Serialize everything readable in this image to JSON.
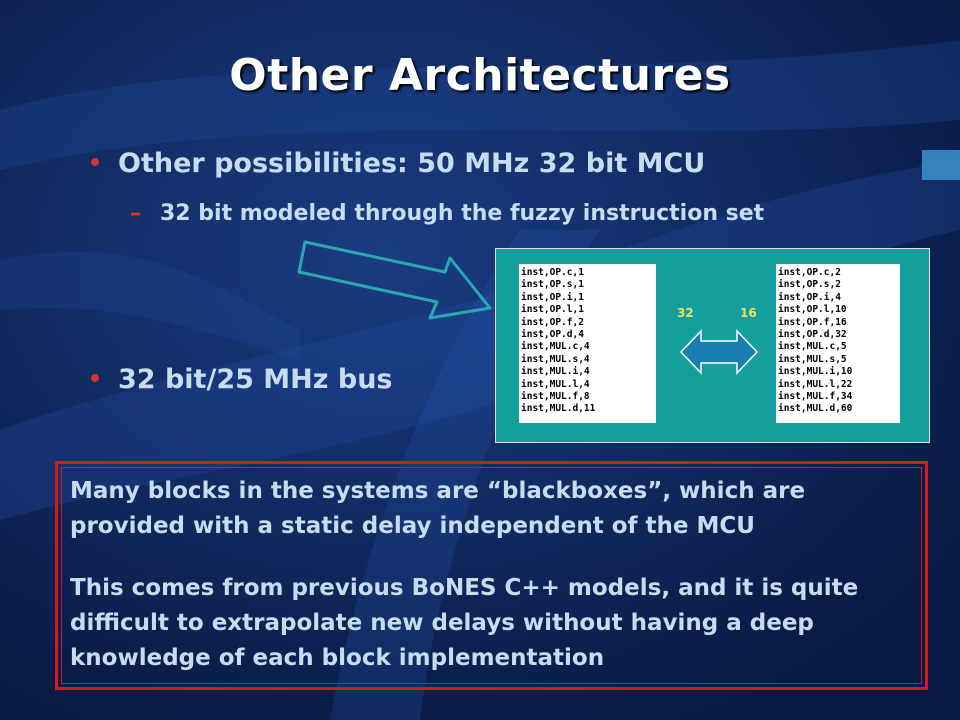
{
  "slide": {
    "title": "Other Architectures",
    "bullets": [
      {
        "text": "Other possibilities: 50 MHz 32 bit MCU"
      },
      {
        "text": "32 bit/25 MHz bus"
      }
    ],
    "subbullet": {
      "text": "32 bit modeled through the fuzzy instruction set"
    }
  },
  "diagram": {
    "left_lines": [
      "inst,OP.c,1",
      "inst,OP.s,1",
      "inst,OP.i,1",
      "inst,OP.l,1",
      "inst,OP.f,2",
      "inst,OP.d,4",
      "inst,MUL.c,4",
      "inst,MUL.s,4",
      "inst,MUL.i,4",
      "inst,MUL.l,4",
      "inst,MUL.f,8",
      "inst,MUL.d,11"
    ],
    "right_lines": [
      "inst,OP.c,2",
      "inst,OP.s,2",
      "inst,OP.i,4",
      "inst,OP.l,10",
      "inst,OP.f,16",
      "inst,OP.d,32",
      "inst,MUL.c,5",
      "inst,MUL.s,5",
      "inst,MUL.i,10",
      "inst,MUL.l,22",
      "inst,MUL.f,34",
      "inst,MUL.d,60"
    ],
    "label_left": "32",
    "label_right": "16"
  },
  "notes": [
    "Many blocks in the systems are “blackboxes”, which are provided with a static delay independent of the MCU",
    "This comes from previous BoNES C++ models, and it is quite difficult to extrapolate new delays without having a deep knowledge of each block implementation"
  ],
  "colors": {
    "background": "#0b2050",
    "accent_red": "#d21c1c",
    "diagram_teal": "#159f9c",
    "text": "#c8dcf0"
  }
}
